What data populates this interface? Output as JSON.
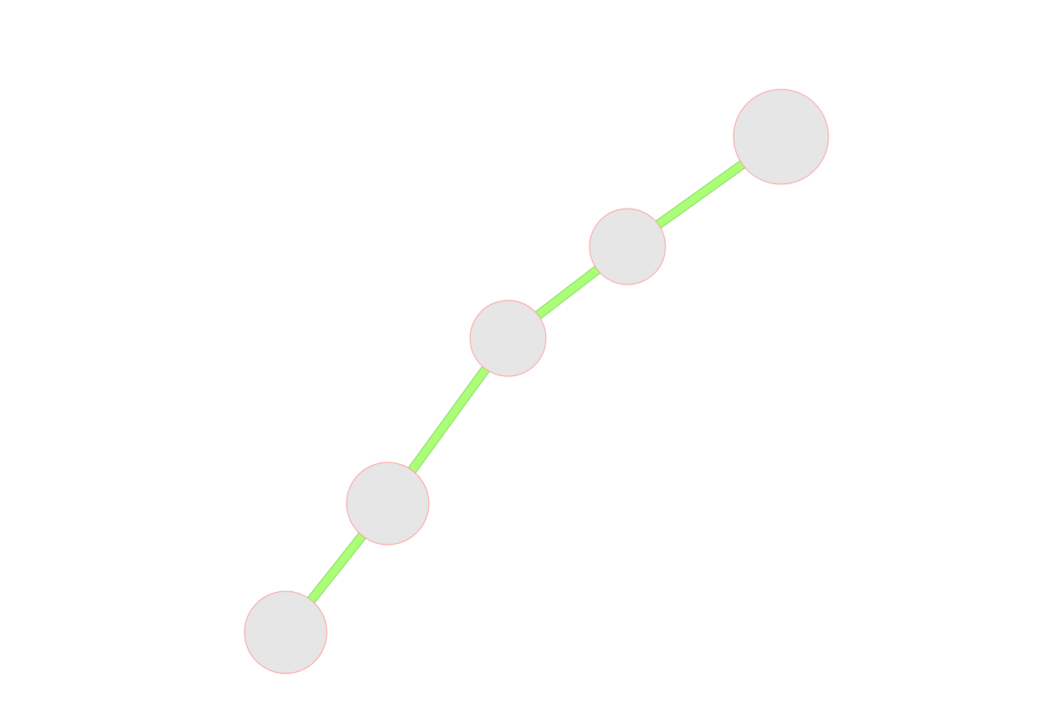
{
  "diagram": {
    "nodes": [
      {
        "id": "node-1"
      },
      {
        "id": "node-2"
      },
      {
        "id": "node-3"
      },
      {
        "id": "node-4"
      },
      {
        "id": "node-5"
      }
    ],
    "edges": [
      {
        "from": "node-1",
        "to": "node-2"
      },
      {
        "from": "node-2",
        "to": "node-3"
      },
      {
        "from": "node-3",
        "to": "node-4"
      },
      {
        "from": "node-4",
        "to": "node-5"
      }
    ]
  },
  "colors": {
    "background": "#ffffff",
    "node_fill": "#e6e6e6",
    "node_stroke": "#ff9999",
    "edge_fill": "#aaff77",
    "edge_outline": "#7fd45a"
  }
}
